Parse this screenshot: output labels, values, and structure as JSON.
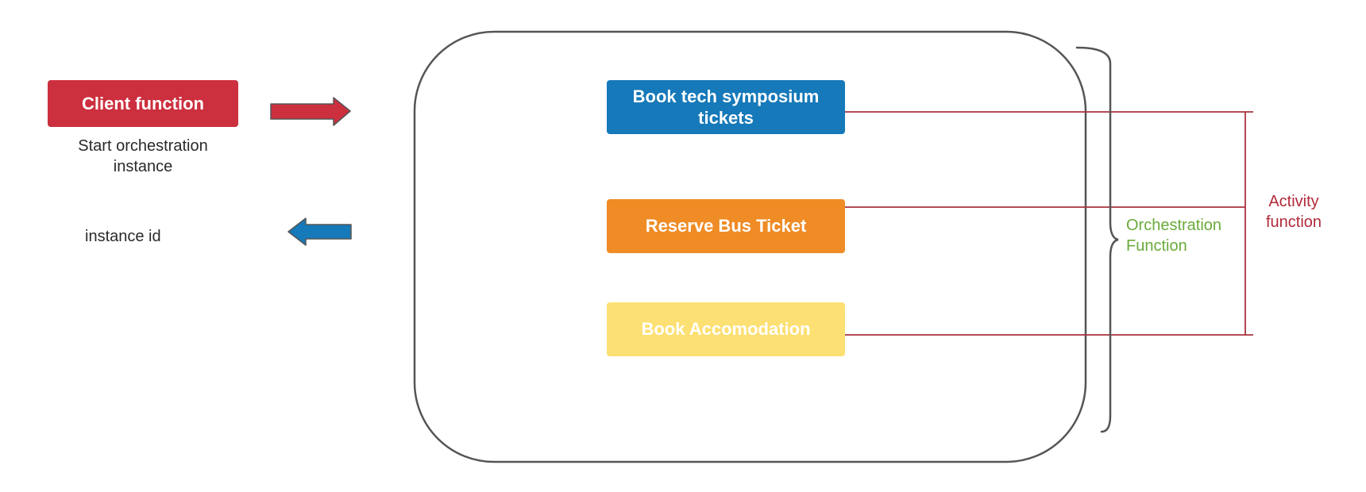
{
  "client": {
    "label": "Client function",
    "start_text": "Start orchestration instance",
    "return_text": "instance id"
  },
  "activities": [
    {
      "label": "Book tech symposium tickets"
    },
    {
      "label": "Reserve Bus Ticket"
    },
    {
      "label": "Book Accomodation"
    }
  ],
  "orchestration_label": "Orchestration Function",
  "activity_label": "Activity function",
  "colors": {
    "client": "#cc2f3e",
    "tech": "#1679b9",
    "bus": "#ef8c26",
    "accom": "#fde073",
    "connector": "#a8333f",
    "outline": "#555555",
    "orchestration_text": "#6aaa3a",
    "activity_text": "#b02a3a"
  }
}
